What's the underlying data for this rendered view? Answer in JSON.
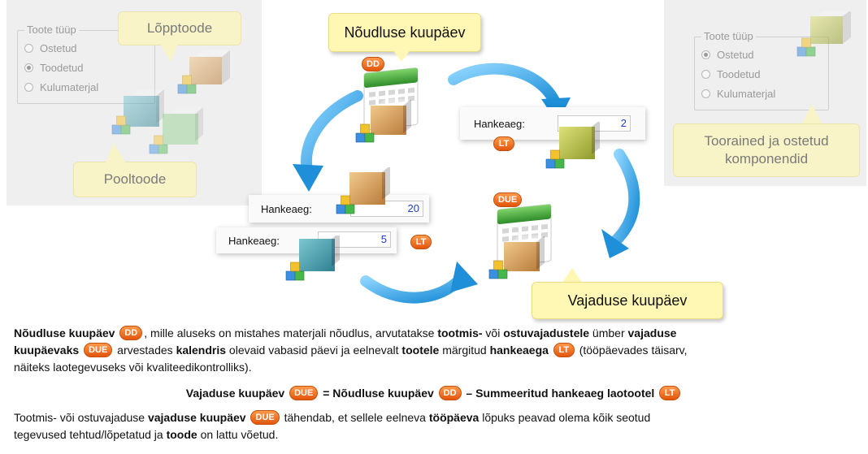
{
  "left_panel": {
    "group_title": "Toote tüüp",
    "options": [
      {
        "label": "Ostetud",
        "selected": false
      },
      {
        "label": "Toodetud",
        "selected": true
      },
      {
        "label": "Kulumaterjal",
        "selected": false
      }
    ],
    "callout_top": "Lõpptoode",
    "callout_bottom": "Pooltoode"
  },
  "right_panel": {
    "group_title": "Toote tüüp",
    "options": [
      {
        "label": "Ostetud",
        "selected": true
      },
      {
        "label": "Toodetud",
        "selected": false
      },
      {
        "label": "Kulumaterjal",
        "selected": false
      }
    ],
    "callout": "Toorained  ja ostetud\nkomponendid"
  },
  "center": {
    "demand_date_label": "Nõudluse kuupäev",
    "due_date_label": "Vajaduse kuupäev",
    "badge_dd": "DD",
    "badge_due": "DUE",
    "badge_lt": "LT",
    "field_top_right": {
      "label": "Hankeaeg:",
      "value": "2"
    },
    "field_mid": {
      "label": "Hankeaeg:",
      "value": "20"
    },
    "field_low": {
      "label": "Hankeaeg:",
      "value": "5"
    }
  },
  "description": {
    "p1": {
      "s1": "Nõudluse kuupäev",
      "s2": ", mille aluseks on mistahes materjali nõudlus, arvutatakse ",
      "s3": "tootmis-",
      "s4": " või ",
      "s5": "ostuvajadustele",
      "s6": " ümber ",
      "s7": "vajaduse",
      "s8": "kuupäevaks",
      "s9": " arvestades ",
      "s10": "kalendris",
      "s11": " olevaid vabasid päevi ja eelnevalt ",
      "s12": "tootele",
      "s13": " märgitud ",
      "s14": "hankeaega",
      "s15": " (tööpäevades täisarv,",
      "s16": "näiteks laotegevuseks või kvaliteedikontrolliks)."
    },
    "formula": {
      "left": "Vajaduse kuupäev",
      "eq": " = ",
      "mid": "Nõudluse kuupäev",
      "minus": " – ",
      "right": "Summeeritud hankeaeg laotootel"
    },
    "p2": {
      "s1": "Tootmis- või ostuvajaduse ",
      "s2": "vajaduse kuupäev",
      "s3": " tähendab, et sellele eelneva ",
      "s4": "tööpäeva",
      "s5": " lõpuks peavad olema kõik seotud",
      "s6": "tegevused tehtud/lõpetatud ja ",
      "s7": "toode",
      "s8": " on lattu võetud."
    }
  },
  "colors": {
    "arrow": "#35a9e8",
    "badge": "#e8650f",
    "callout": "#fff7b3",
    "panel": "#efefef"
  },
  "icons": [
    "box-icon",
    "calendar-icon",
    "arrow-icon"
  ]
}
